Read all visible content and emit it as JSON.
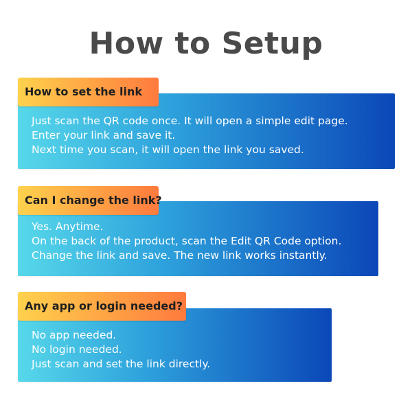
{
  "title": "How to Setup",
  "colors": {
    "title_text": "#4a4a4a",
    "tag_gradient_start": "#ffd24d",
    "tag_gradient_end": "#ff7a3d",
    "panel_gradient_start": "#57d8ea",
    "panel_gradient_end": "#0b47b8",
    "panel_text": "#ffffff",
    "tag_text": "#1f1f1f"
  },
  "sections": [
    {
      "heading": "How to set the link",
      "lines": [
        "Just scan the QR code once. It will open a simple edit page.",
        "Enter your link and save it.",
        "Next time you scan, it will open the link you saved."
      ]
    },
    {
      "heading": "Can I change the link?",
      "lines": [
        "Yes. Anytime.",
        "On the back of the product, scan the Edit QR Code option.",
        "Change the link and save. The new link works instantly."
      ]
    },
    {
      "heading": "Any app or login needed?",
      "lines": [
        "No app needed.",
        "No login needed.",
        "Just scan and set the link directly."
      ]
    }
  ]
}
